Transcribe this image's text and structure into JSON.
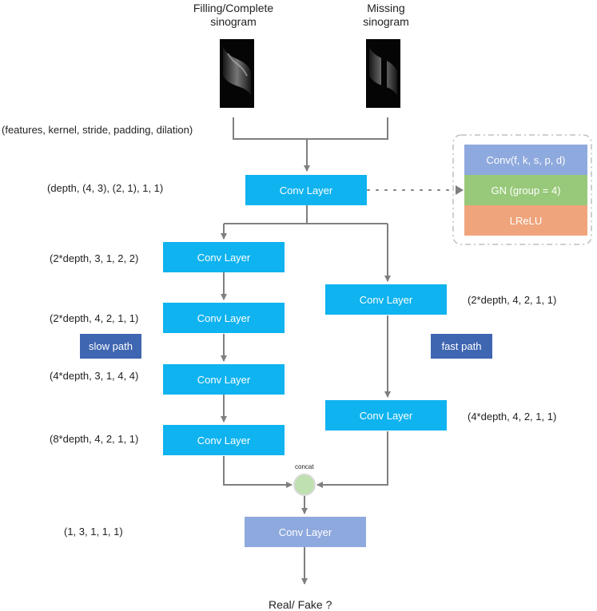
{
  "inputs": {
    "filling_title": "Filling/Complete\nsinogram",
    "missing_title": "Missing\nsinogram"
  },
  "param_header": "(features, kernel, stride, padding, dilation)",
  "shared": {
    "params": "(depth, (4, 3), (2, 1), 1, 1)",
    "layer_label": "Conv Layer"
  },
  "slow_path": {
    "label": "slow path",
    "layers": [
      {
        "label": "Conv Layer",
        "params": "(2*depth, 3, 1, 2, 2)"
      },
      {
        "label": "Conv Layer",
        "params": "(2*depth, 4, 2, 1, 1)"
      },
      {
        "label": "Conv Layer",
        "params": "(4*depth, 3, 1, 4, 4)"
      },
      {
        "label": "Conv Layer",
        "params": "(8*depth, 4, 2, 1, 1)"
      }
    ]
  },
  "fast_path": {
    "label": "fast path",
    "layers": [
      {
        "label": "Conv Layer",
        "params": "(2*depth, 4, 2, 1, 1)"
      },
      {
        "label": "Conv Layer",
        "params": "(4*depth, 4, 2, 1, 1)"
      }
    ]
  },
  "concat_label": "concat",
  "final": {
    "label": "Conv Layer",
    "params": "(1, 3, 1, 1, 1)"
  },
  "output_label": "Real/ Fake ?",
  "legend": {
    "conv": "Conv(f, k, s, p, d)",
    "gn": "GN (group = 4)",
    "act": "LReLU"
  },
  "colors": {
    "conv_layer": "#0fb3ef",
    "final_layer": "#8ea9dd",
    "path_label": "#3f66b1",
    "legend_conv": "#8ea9dd",
    "legend_gn": "#98c97a",
    "legend_act": "#f0a47c",
    "arrow": "#7f7f7f",
    "concat": "#bfe0b0"
  }
}
